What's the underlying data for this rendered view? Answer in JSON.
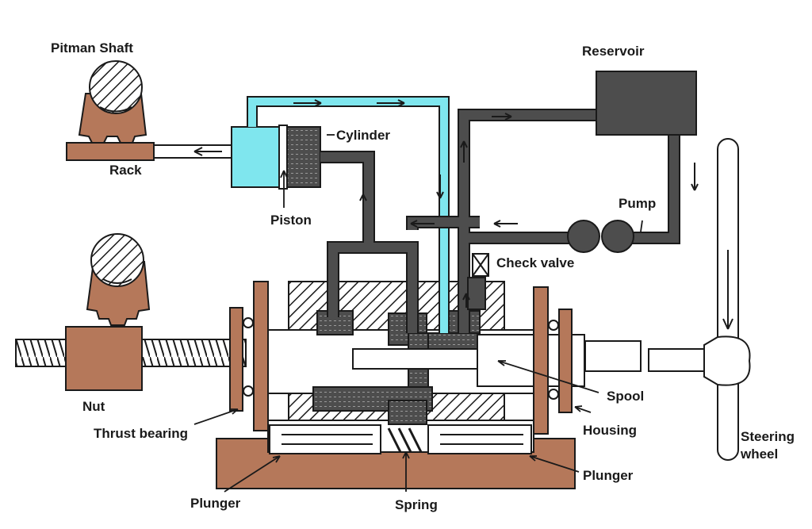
{
  "labels": {
    "pitman_shaft": "Pitman Shaft",
    "rack": "Rack",
    "cylinder": "Cylinder",
    "piston": "Piston",
    "reservoir": "Reservoir",
    "pump": "Pump",
    "check_valve": "Check valve",
    "nut": "Nut",
    "thrust_bearing": "Thrust bearing",
    "spool": "Spool",
    "housing": "Housing",
    "steering_wheel_line1": "Steering",
    "steering_wheel_line2": "wheel",
    "plunger_left": "Plunger",
    "plunger_right": "Plunger",
    "spring": "Spring"
  },
  "colors": {
    "brown": "#b5785a",
    "fluid_dark": "#4d4d4d",
    "fluid_light": "#7fe6ee",
    "outline": "#1a1a1a"
  }
}
